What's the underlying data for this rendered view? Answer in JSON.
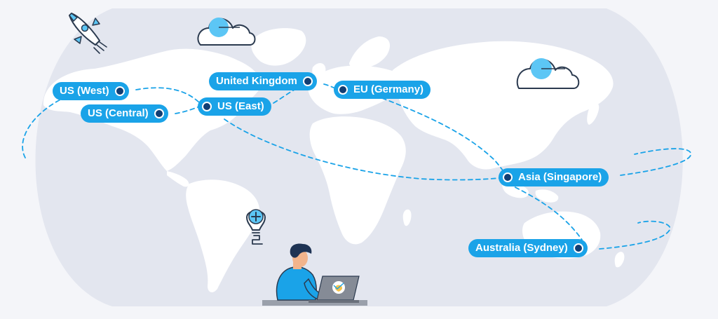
{
  "locations": [
    {
      "id": "us-west",
      "label": "US (West)"
    },
    {
      "id": "us-central",
      "label": "US (Central)"
    },
    {
      "id": "us-east",
      "label": "US (East)"
    },
    {
      "id": "united-kingdom",
      "label": "United Kingdom"
    },
    {
      "id": "eu-germany",
      "label": "EU (Germany)"
    },
    {
      "id": "asia-singapore",
      "label": "Asia (Singapore)"
    },
    {
      "id": "australia-sydney",
      "label": "Australia (Sydney)"
    }
  ],
  "colors": {
    "background": "#f4f5f9",
    "ocean": "#e3e6ef",
    "land": "#ffffff",
    "pill": "#1aa3e8",
    "dot": "#123e73",
    "route": "#1aa3e8",
    "outline": "#2b3a4f",
    "accent_fill": "#5cc6f5"
  },
  "icons": [
    "rocket-icon",
    "cloud-icon",
    "lightbulb-plus-icon",
    "laptop-icon",
    "developer-illustration"
  ]
}
